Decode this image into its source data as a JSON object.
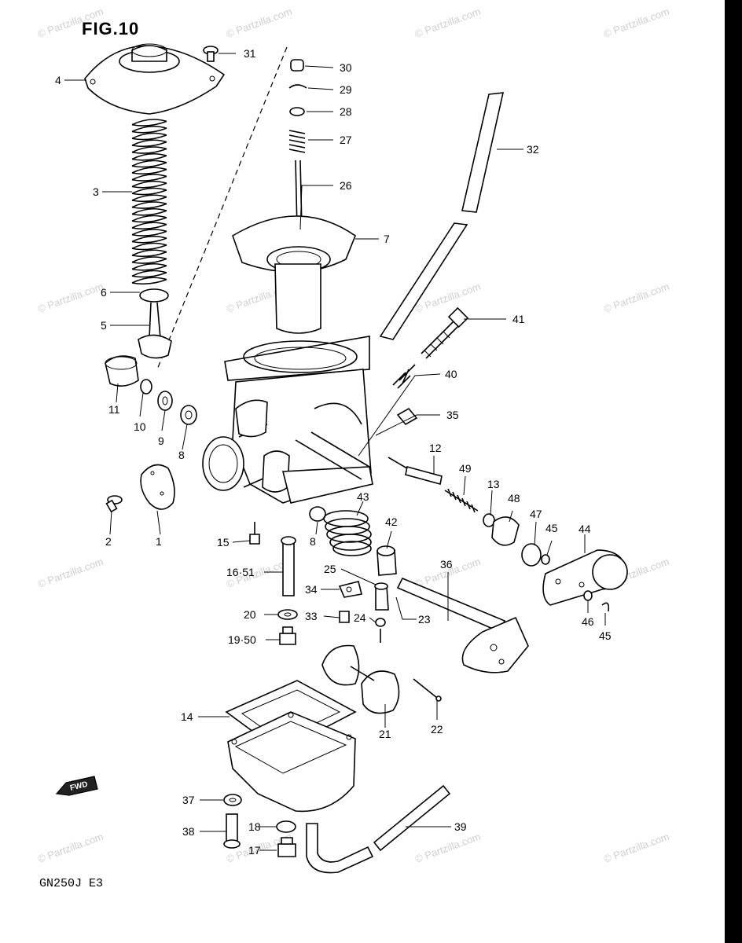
{
  "figure": {
    "title": "FIG.10",
    "model_code": "GN250J E3",
    "watermark": "© Partzilla.com",
    "fwd_label": "FWD"
  },
  "callouts": [
    {
      "id": "1",
      "text": "1"
    },
    {
      "id": "2",
      "text": "2"
    },
    {
      "id": "3",
      "text": "3"
    },
    {
      "id": "4",
      "text": "4"
    },
    {
      "id": "5",
      "text": "5"
    },
    {
      "id": "6",
      "text": "6"
    },
    {
      "id": "7",
      "text": "7"
    },
    {
      "id": "8a",
      "text": "8"
    },
    {
      "id": "8b",
      "text": "8"
    },
    {
      "id": "9",
      "text": "9"
    },
    {
      "id": "10",
      "text": "10"
    },
    {
      "id": "11",
      "text": "11"
    },
    {
      "id": "12",
      "text": "12"
    },
    {
      "id": "13",
      "text": "13"
    },
    {
      "id": "14",
      "text": "14"
    },
    {
      "id": "15",
      "text": "15"
    },
    {
      "id": "16",
      "text": "16·51"
    },
    {
      "id": "17",
      "text": "17"
    },
    {
      "id": "18",
      "text": "18"
    },
    {
      "id": "19",
      "text": "19·50"
    },
    {
      "id": "20",
      "text": "20"
    },
    {
      "id": "21",
      "text": "21"
    },
    {
      "id": "22",
      "text": "22"
    },
    {
      "id": "23",
      "text": "23"
    },
    {
      "id": "24",
      "text": "24"
    },
    {
      "id": "25",
      "text": "25"
    },
    {
      "id": "26",
      "text": "26"
    },
    {
      "id": "27",
      "text": "27"
    },
    {
      "id": "28",
      "text": "28"
    },
    {
      "id": "29",
      "text": "29"
    },
    {
      "id": "30",
      "text": "30"
    },
    {
      "id": "31",
      "text": "31"
    },
    {
      "id": "32",
      "text": "32"
    },
    {
      "id": "33",
      "text": "33"
    },
    {
      "id": "34",
      "text": "34"
    },
    {
      "id": "35",
      "text": "35"
    },
    {
      "id": "36",
      "text": "36"
    },
    {
      "id": "37",
      "text": "37"
    },
    {
      "id": "38",
      "text": "38"
    },
    {
      "id": "39",
      "text": "39"
    },
    {
      "id": "40",
      "text": "40"
    },
    {
      "id": "41",
      "text": "41"
    },
    {
      "id": "42",
      "text": "42"
    },
    {
      "id": "43",
      "text": "43"
    },
    {
      "id": "44",
      "text": "44"
    },
    {
      "id": "45a",
      "text": "45"
    },
    {
      "id": "45b",
      "text": "45"
    },
    {
      "id": "46",
      "text": "46"
    },
    {
      "id": "47",
      "text": "47"
    },
    {
      "id": "48",
      "text": "48"
    },
    {
      "id": "49",
      "text": "49"
    }
  ]
}
